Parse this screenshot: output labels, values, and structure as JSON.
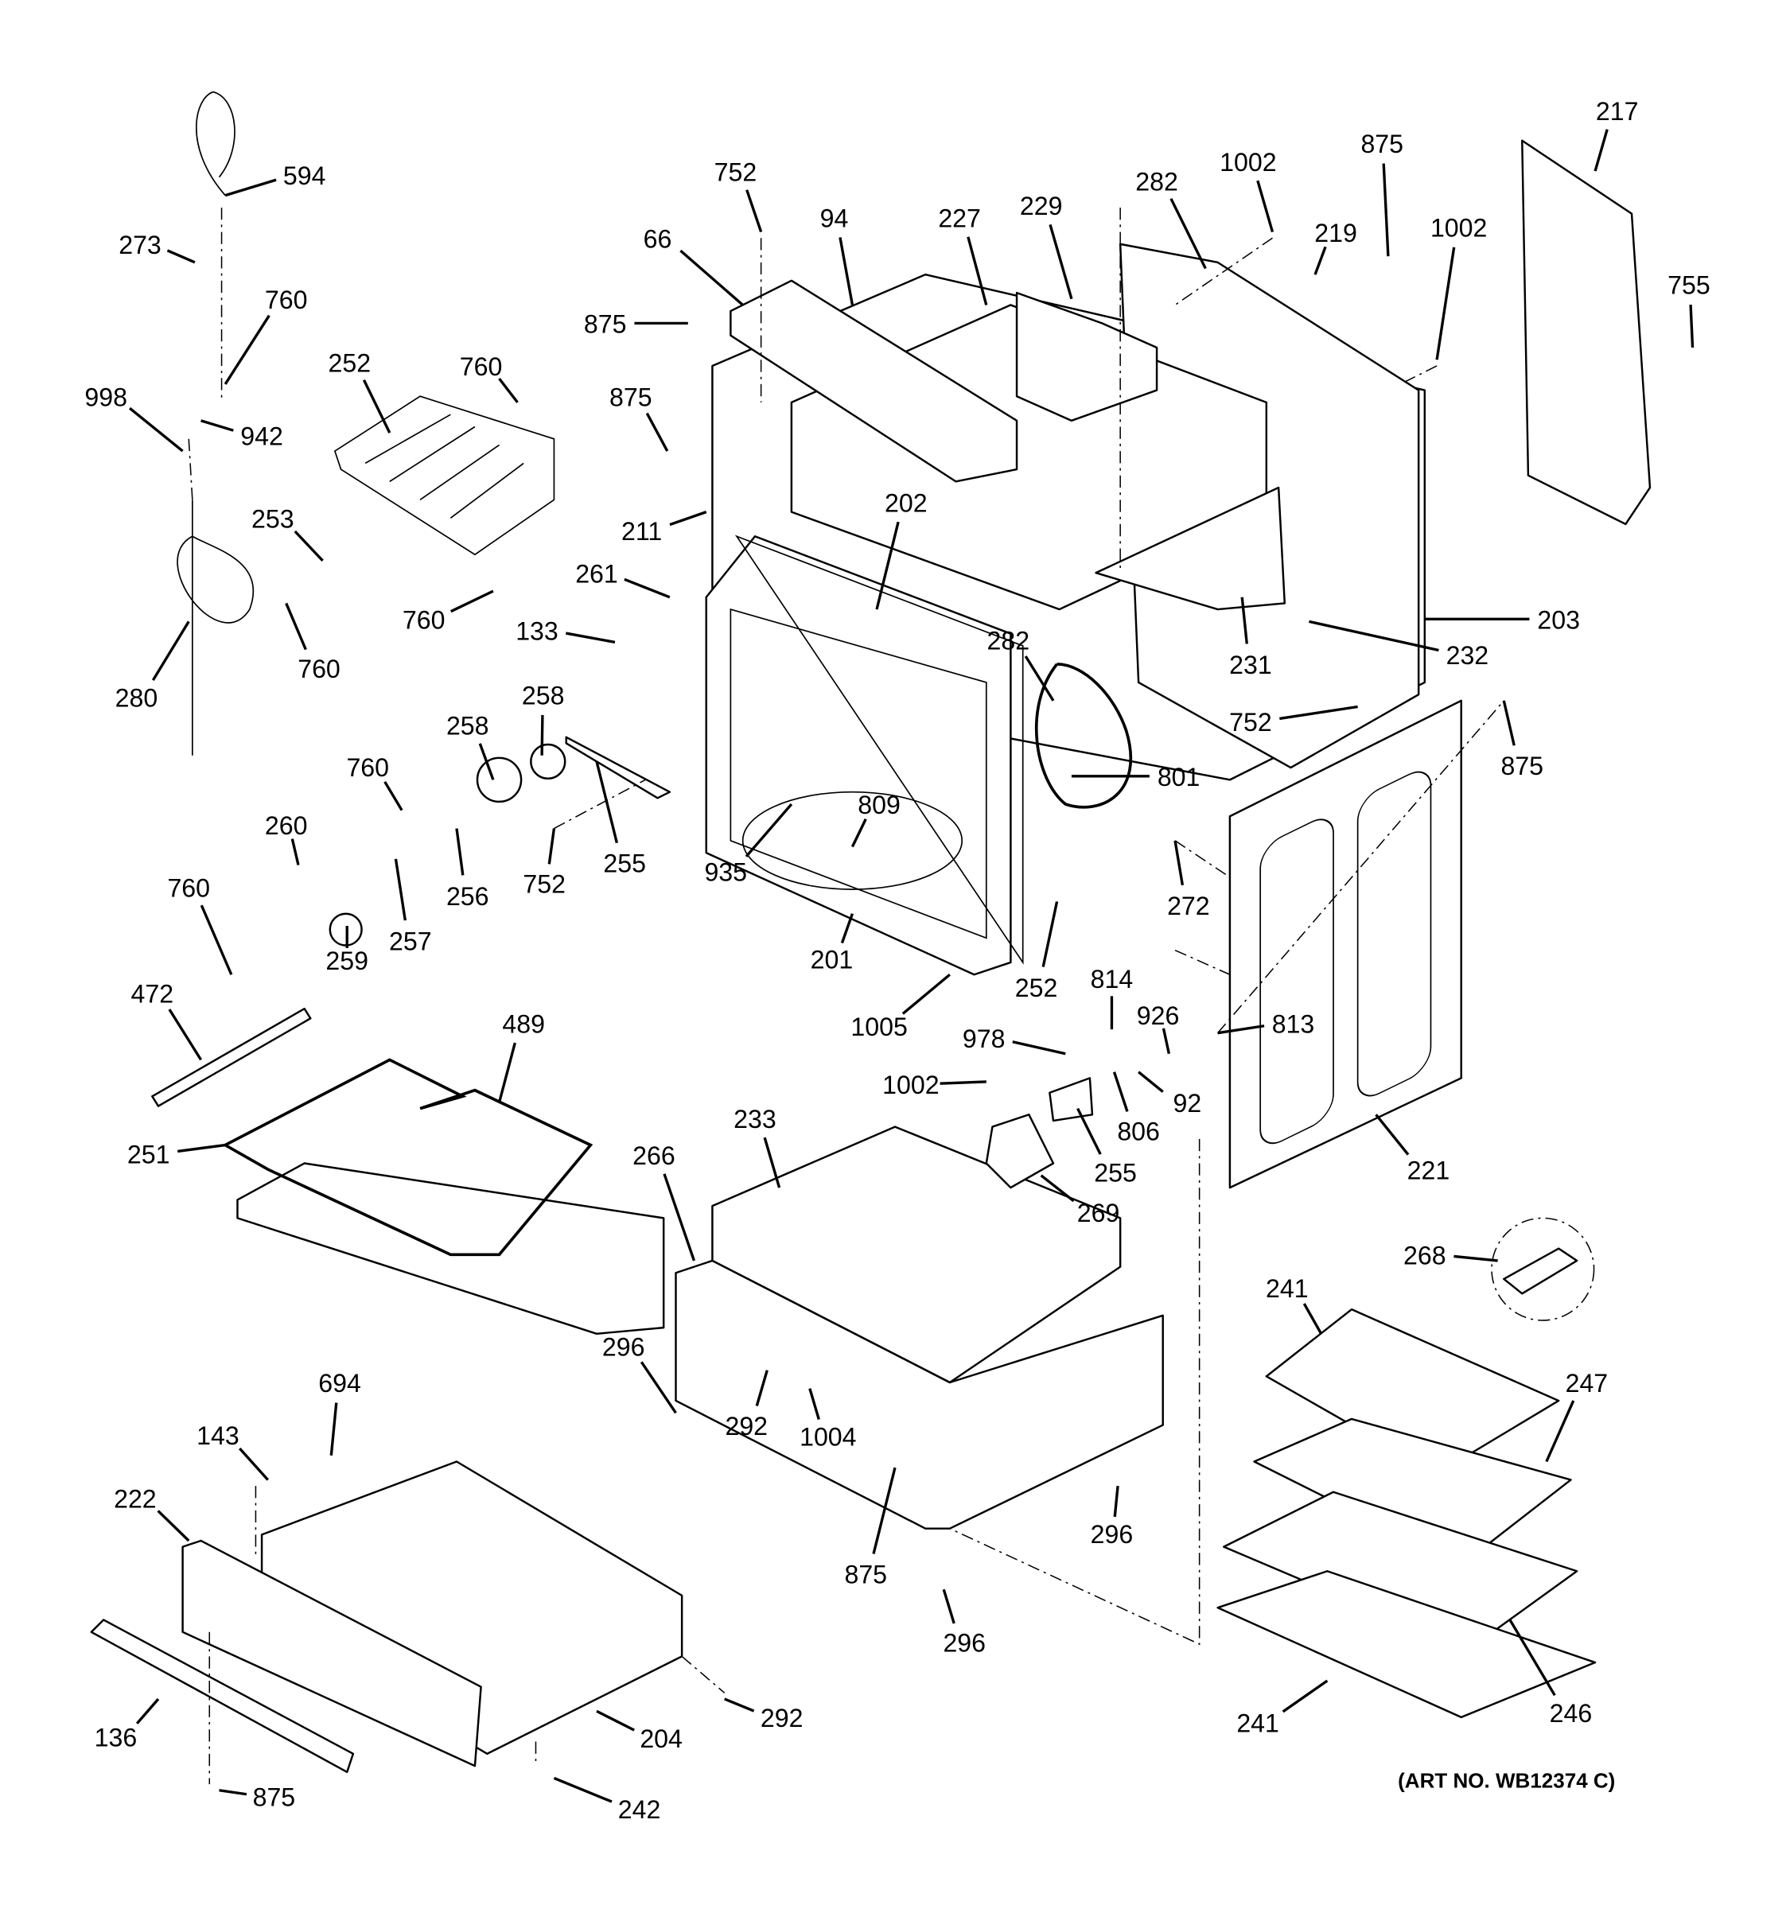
{
  "diagram": {
    "art_number": "(ART NO. WB12374 C)",
    "callouts": [
      "594",
      "273",
      "760",
      "252",
      "760",
      "875",
      "752",
      "66",
      "94",
      "227",
      "229",
      "282",
      "1002",
      "875",
      "219",
      "1002",
      "217",
      "755",
      "998",
      "942",
      "875",
      "253",
      "211",
      "202",
      "261",
      "760",
      "760",
      "133",
      "280",
      "282",
      "231",
      "232",
      "203",
      "258",
      "258",
      "752",
      "875",
      "801",
      "760",
      "260",
      "809",
      "255",
      "752",
      "256",
      "935",
      "272",
      "760",
      "259",
      "257",
      "201",
      "252",
      "814",
      "472",
      "489",
      "926",
      "813",
      "1005",
      "978",
      "1002",
      "92",
      "806",
      "255",
      "269",
      "221",
      "251",
      "233",
      "266",
      "268",
      "241",
      "296",
      "247",
      "694",
      "143",
      "292",
      "1004",
      "222",
      "296",
      "875",
      "296",
      "136",
      "204",
      "292",
      "241",
      "246",
      "875",
      "242"
    ]
  }
}
